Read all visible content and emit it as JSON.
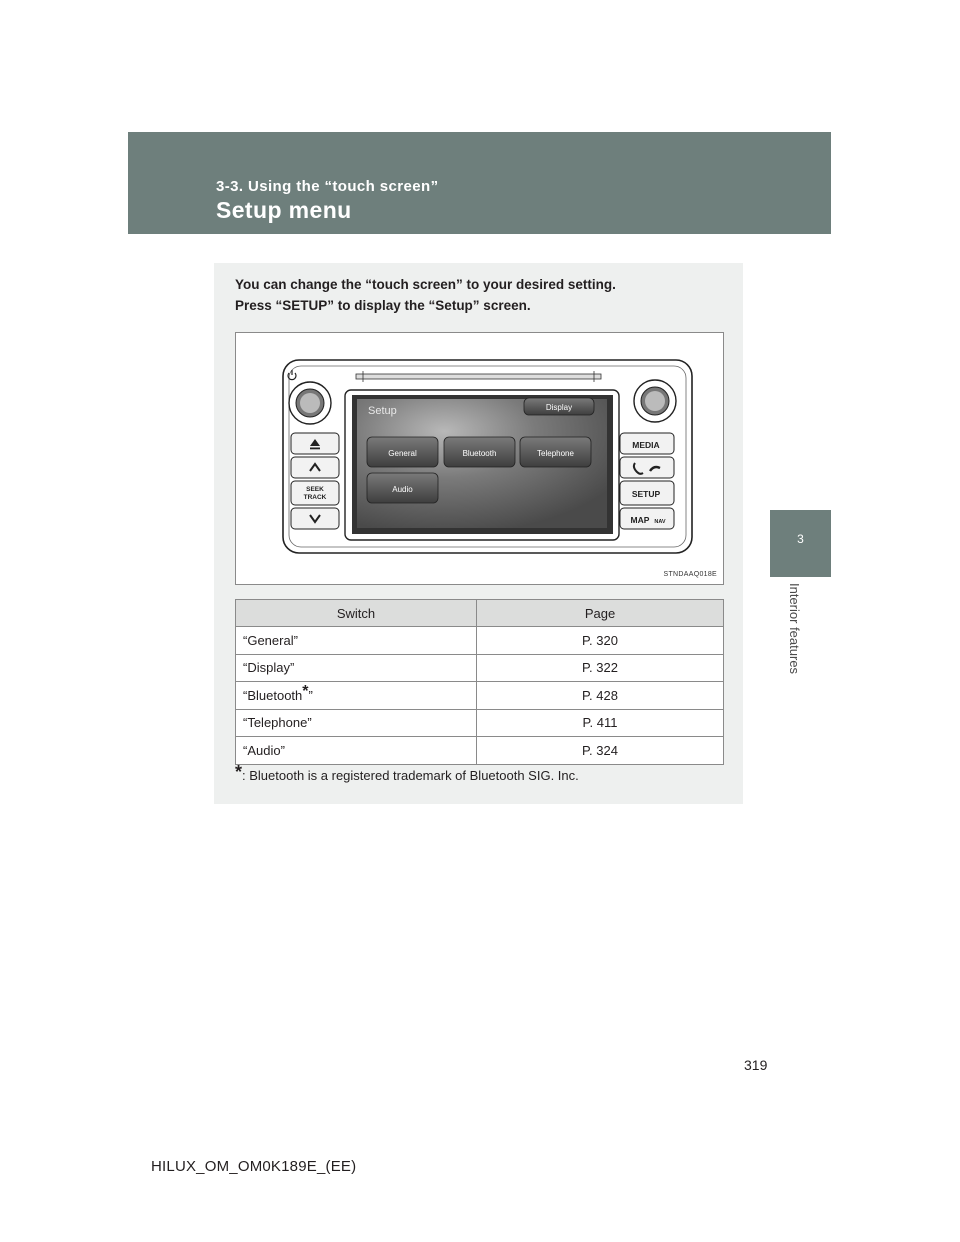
{
  "header": {
    "section_label": "3-3. Using the “touch screen”",
    "title": "Setup menu"
  },
  "side_tab": {
    "number": "3",
    "label": "Interior features"
  },
  "intro": {
    "line1": "You can change the “touch screen” to your desired setting.",
    "line2": "Press “SETUP” to display the “Setup” screen."
  },
  "figure": {
    "screen_title": "Setup",
    "screen_buttons": [
      "Display",
      "General",
      "Bluetooth",
      "Telephone",
      "Audio"
    ],
    "right_buttons": [
      "MEDIA",
      "SETUP",
      "MAP",
      "NAV"
    ],
    "left_button_seek_line1": "SEEK",
    "left_button_seek_line2": "TRACK",
    "image_code": "STNDAAQ018E"
  },
  "table": {
    "headers": [
      "Switch",
      "Page"
    ],
    "rows": [
      {
        "switch": "“General”",
        "page": "P. 320"
      },
      {
        "switch": "“Display”",
        "page": "P. 322"
      },
      {
        "switch_pre": "“Bluetooth",
        "switch_sup": "*",
        "switch_post": "”",
        "page": "P. 428"
      },
      {
        "switch": "“Telephone”",
        "page": "P. 411"
      },
      {
        "switch": "“Audio”",
        "page": "P. 324"
      }
    ]
  },
  "footnote": {
    "mark": "*",
    "text": ": Bluetooth is a registered trademark of Bluetooth SIG. Inc."
  },
  "page_number": "319",
  "doc_code": "HILUX_OM_OM0K189E_(EE)"
}
